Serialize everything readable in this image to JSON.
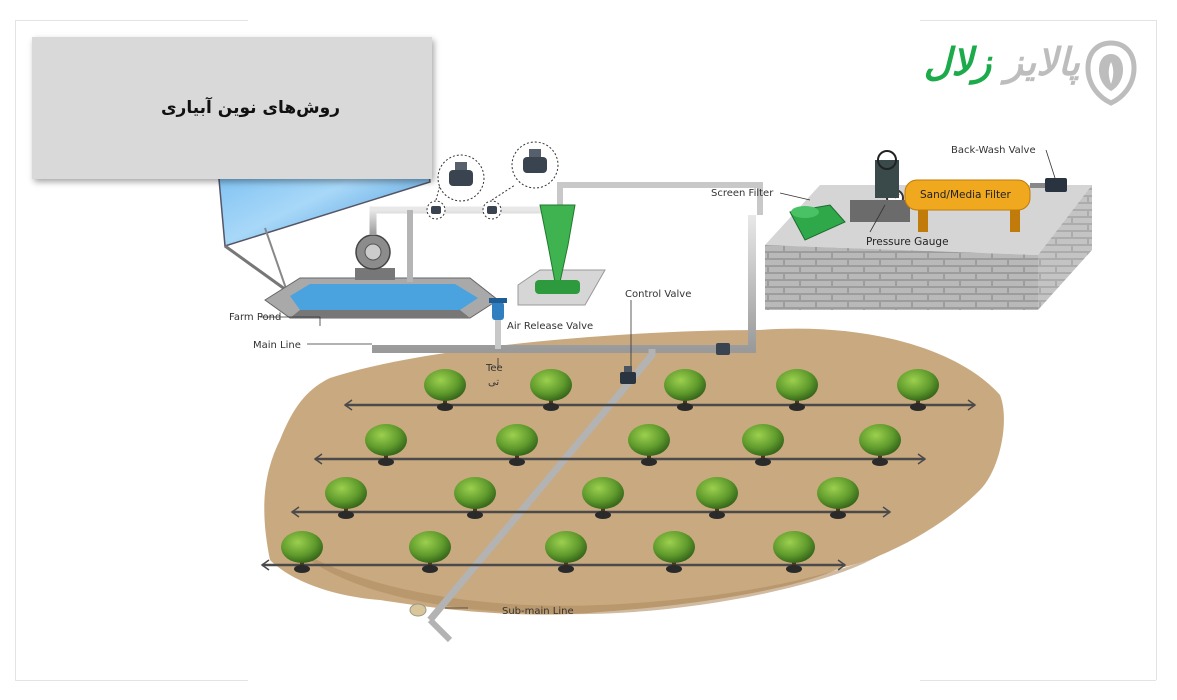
{
  "title": "روش‌های نوین آبیاری",
  "logo": {
    "word_gray": "پالایز",
    "word_green": "زلال"
  },
  "labels": {
    "farm_pond": "Farm Pond",
    "main_line": "Main Line",
    "air_release_valve": "Air Release Valve",
    "tee_en": "Tee",
    "tee_fa": "تی",
    "control_valve": "Control Valve",
    "screen_filter": "Screen Filter",
    "back_wash_valve": "Back-Wash Valve",
    "sand_media_filter": "Sand/Media Filter",
    "pressure_gauge": "Pressure Gauge",
    "sub_main_line": "Sub-main Line"
  },
  "colors": {
    "accent_green": "#1bab4b",
    "filter_orange": "#f0a81e",
    "soil": "#c9a97f",
    "water": "#4aa3df",
    "pipe": "#c8c8c8",
    "brick": "#bdbdbd",
    "tree": "#5f9a2c"
  },
  "icons": [
    "shield-logo-icon",
    "valve-icon",
    "pump-icon",
    "tree-icon"
  ]
}
